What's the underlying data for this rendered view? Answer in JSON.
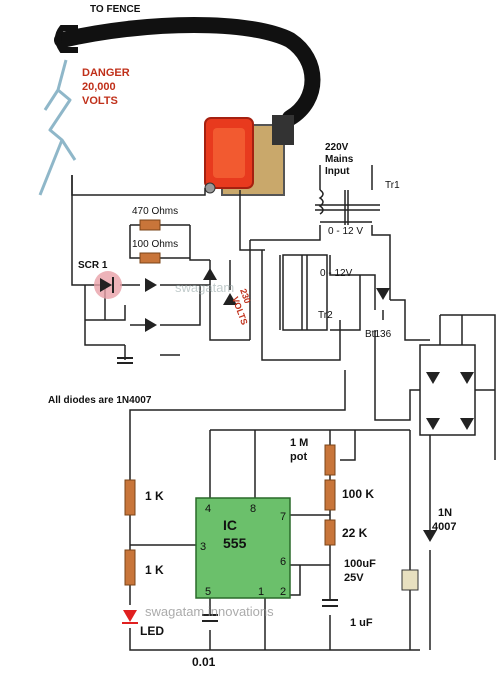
{
  "labels": {
    "to_fence": "TO FENCE",
    "danger_line1": "DANGER",
    "danger_line2": "20,000",
    "danger_line3": "VOLTS",
    "scr1": "SCR 1",
    "r470": "470 Ohms",
    "r100": "100 Ohms",
    "v230_line1": "230",
    "v230_line2": "VOLTS",
    "mains_line1": "220V",
    "mains_line2": "Mains",
    "mains_line3": "Input",
    "tr1": "Tr1",
    "tr1_sec": "0 - 12 V",
    "tr2_sec": "0 - 12V",
    "tr2": "Tr2",
    "bt136": "Bt136",
    "diodes_note": "All diodes are 1N4007",
    "pot_line1": "1 M",
    "pot_line2": "pot",
    "r100k": "100 K",
    "r22k": "22 K",
    "r1k_top": "1 K",
    "r1k_bottom": "1 K",
    "ic_line1": "IC",
    "ic_line2": "555",
    "pin4": "4",
    "pin8": "8",
    "pin7": "7",
    "pin3": "3",
    "pin6": "6",
    "pin5": "5",
    "pin1": "1",
    "pin2": "2",
    "cap100uf_line1": "100uF",
    "cap100uf_line2": "25V",
    "cap1uf": "1 uF",
    "cap001": "0.01",
    "led": "LED",
    "diode_1n_line1": "1N",
    "diode_1n_line2": "4007",
    "watermark1": "swagatam",
    "watermark2": "swagatam innovations"
  },
  "colors": {
    "wire": "#222222",
    "ic_body": "#6bc06b",
    "resistor": "#c8753a",
    "coil_red": "#e83a1e",
    "danger_text": "#c0301a",
    "lightning": "#8fb7c9",
    "led_red": "#e02020",
    "scr_highlight": "#e8a0a8"
  }
}
